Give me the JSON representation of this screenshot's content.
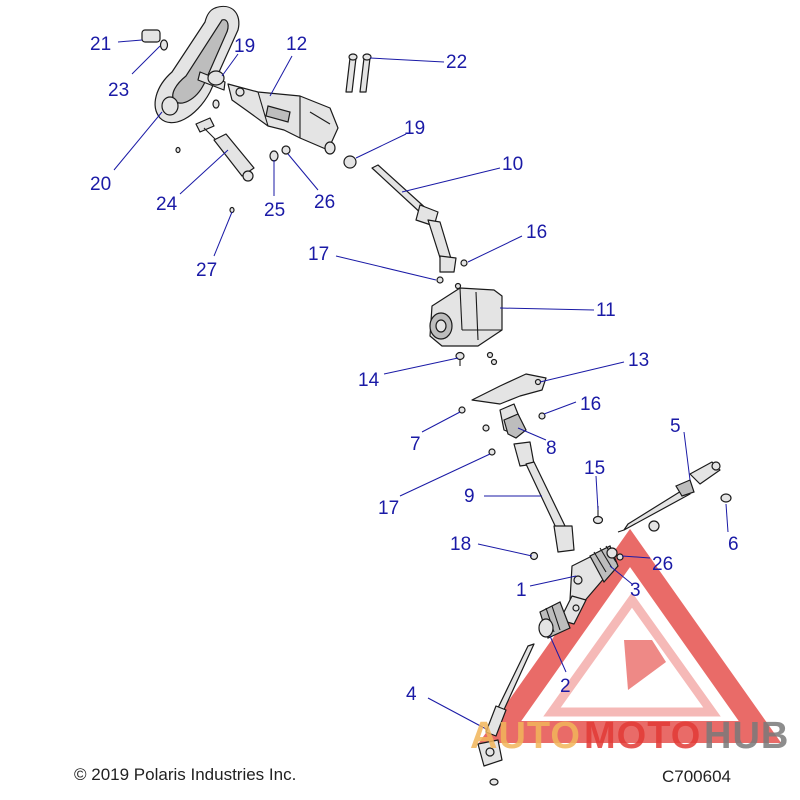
{
  "diagram": {
    "callouts": {
      "c1": "1",
      "c2": "2",
      "c3": "3",
      "c4": "4",
      "c5": "5",
      "c6": "6",
      "c7": "7",
      "c8": "8",
      "c9": "9",
      "c10": "10",
      "c11": "11",
      "c12": "12",
      "c13": "13",
      "c14": "14",
      "c15": "15",
      "c16a": "16",
      "c16b": "16",
      "c17a": "17",
      "c17b": "17",
      "c18": "18",
      "c19a": "19",
      "c19b": "19",
      "c20": "20",
      "c21": "21",
      "c22": "22",
      "c23": "23",
      "c24": "24",
      "c25": "25",
      "c26a": "26",
      "c26b": "26",
      "c27": "27"
    },
    "copyright": "© 2019 Polaris Industries Inc.",
    "figure_id": "C700604"
  },
  "watermark": {
    "text_orange": "AUTO",
    "text_red": "MOTO",
    "text_gray": "HUB",
    "colors": {
      "orange": "#f2b65a",
      "red": "#e23a36",
      "gray": "#7a7a7a"
    }
  },
  "colors": {
    "callout": "#1a1aa6"
  }
}
